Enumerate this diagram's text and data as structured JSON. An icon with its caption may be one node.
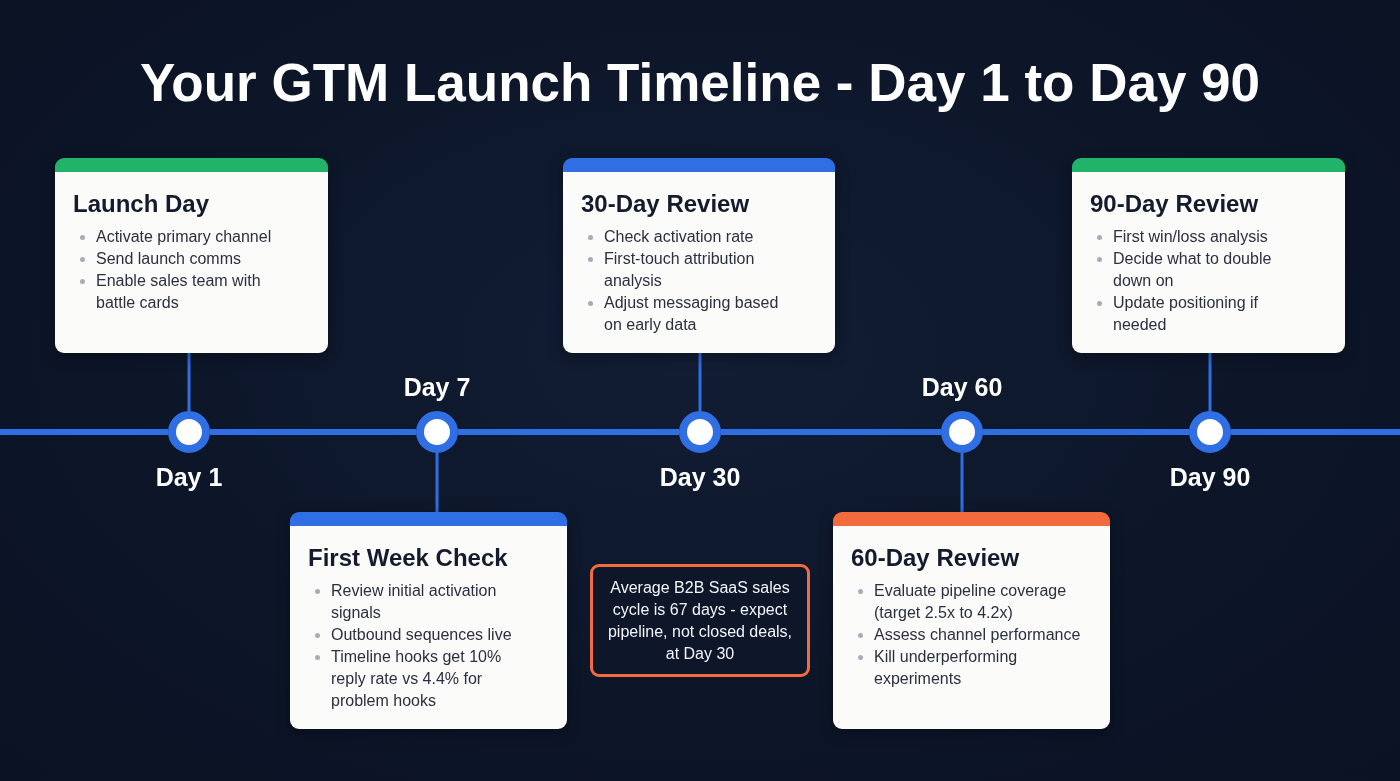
{
  "diagram": {
    "title": "Your GTM Launch Timeline - Day 1 to Day 90",
    "nodes": [
      {
        "text": [
          "Launch Day",
          "Activate primary channel",
          "Send launch comms",
          "Enable sales team with battle cards"
        ]
      },
      {
        "text": [
          "30-Day Review",
          "Check activation rate",
          "First-touch attribution analysis",
          "Adjust messaging based on early data"
        ]
      },
      {
        "text": [
          "90-Day Review",
          "First win/loss analysis",
          "Decide what to double down on",
          "Update positioning if needed"
        ]
      },
      {
        "text": [],
        "shape": "circle",
        "beside": [
          "Day 1"
        ]
      },
      {
        "text": [],
        "shape": "circle",
        "beside": [
          "Day 7"
        ]
      },
      {
        "text": [],
        "shape": "circle",
        "beside": [
          "Day 30"
        ]
      },
      {
        "text": [],
        "shape": "circle",
        "beside": [
          "Day 60"
        ]
      },
      {
        "text": [],
        "shape": "circle",
        "beside": [
          "Day 90"
        ]
      },
      {
        "text": [
          "First Week Check",
          "Review initial activation signals",
          "Outbound sequences live",
          "Timeline hooks get 10% reply rate vs 4.4% for problem hooks"
        ]
      },
      {
        "text": [
          "Average B2B SaaS sales cycle is 67 days - expect pipeline, not closed deals, at Day 30"
        ]
      },
      {
        "text": [
          "60-Day Review",
          "Evaluate pipeline coverage (target 2.5x to 4.2x)",
          "Assess channel performance",
          "Kill underperforming experiments"
        ]
      }
    ],
    "edges": [
      {
        "from": 0,
        "to": 3,
        "arrow": "none"
      },
      {
        "from": 1,
        "to": 5,
        "arrow": "none"
      },
      {
        "from": 2,
        "to": 7,
        "arrow": "none"
      },
      {
        "from": 4,
        "to": 8,
        "arrow": "none"
      },
      {
        "from": 6,
        "to": 10,
        "arrow": "none"
      },
      {
        "from": null,
        "to": 3,
        "arrow": "none"
      },
      {
        "from": 3,
        "to": 4,
        "arrow": "none"
      },
      {
        "from": 4,
        "to": 5,
        "arrow": "none"
      },
      {
        "from": 5,
        "to": 6,
        "arrow": "none"
      },
      {
        "from": 6,
        "to": 7,
        "arrow": "none"
      },
      {
        "from": 7,
        "to": null,
        "arrow": "none"
      }
    ]
  }
}
